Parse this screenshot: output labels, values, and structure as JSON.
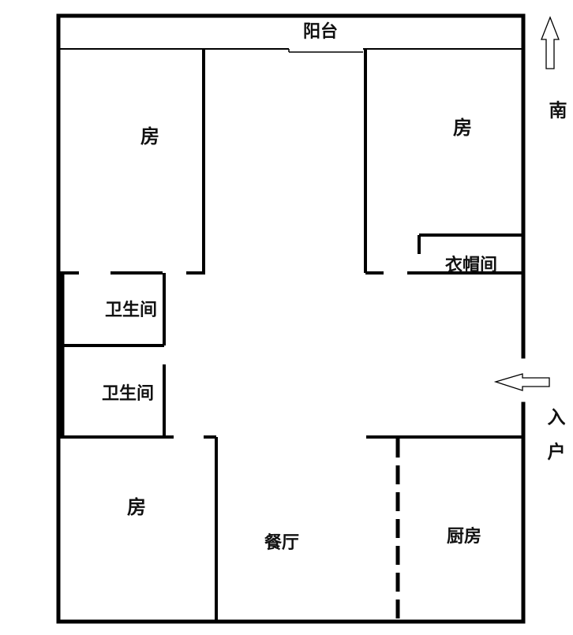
{
  "plan": {
    "balcony": "阳台",
    "room_top_left": "房",
    "room_top_right": "房",
    "walk_in_closet": "衣帽间",
    "bathroom_1": "卫生间",
    "bathroom_2": "卫生间",
    "room_bottom_left": "房",
    "dining_room": "餐厅",
    "kitchen": "厨房"
  },
  "compass": {
    "south": "南"
  },
  "entrance": {
    "label_1": "入",
    "label_2": "户"
  },
  "colors": {
    "wall": "#000000",
    "background": "#ffffff"
  },
  "icons": {
    "north_arrow": "arrow-up-icon",
    "entry_arrow": "arrow-left-icon"
  }
}
